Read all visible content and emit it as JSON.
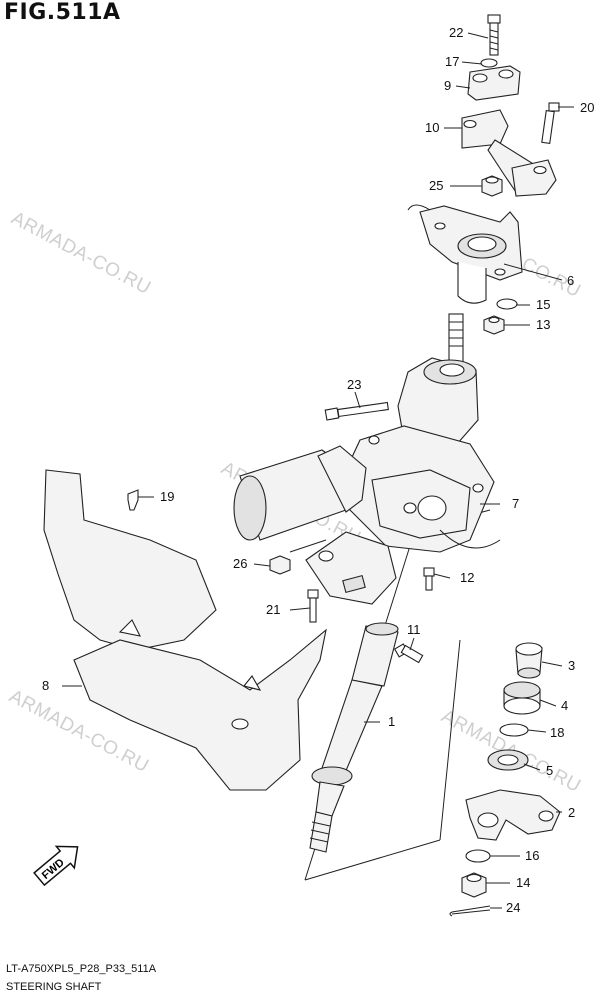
{
  "title": "FIG.511A",
  "footer": {
    "code": "LT-A750XPL5_P28_P33_511A",
    "name": "STEERING SHAFT"
  },
  "watermark": "ARMADA-CO.RU",
  "fwd_label": "FWD",
  "callouts": {
    "c1": "1",
    "c2": "2",
    "c3": "3",
    "c4": "4",
    "c5": "5",
    "c6": "6",
    "c7": "7",
    "c8": "8",
    "c9": "9",
    "c10": "10",
    "c11": "11",
    "c12": "12",
    "c13": "13",
    "c14": "14",
    "c15": "15",
    "c16": "16",
    "c17": "17",
    "c18": "18",
    "c19": "19",
    "c20": "20",
    "c21": "21",
    "c22": "22",
    "c23": "23",
    "c24": "24",
    "c25": "25",
    "c26": "26"
  }
}
